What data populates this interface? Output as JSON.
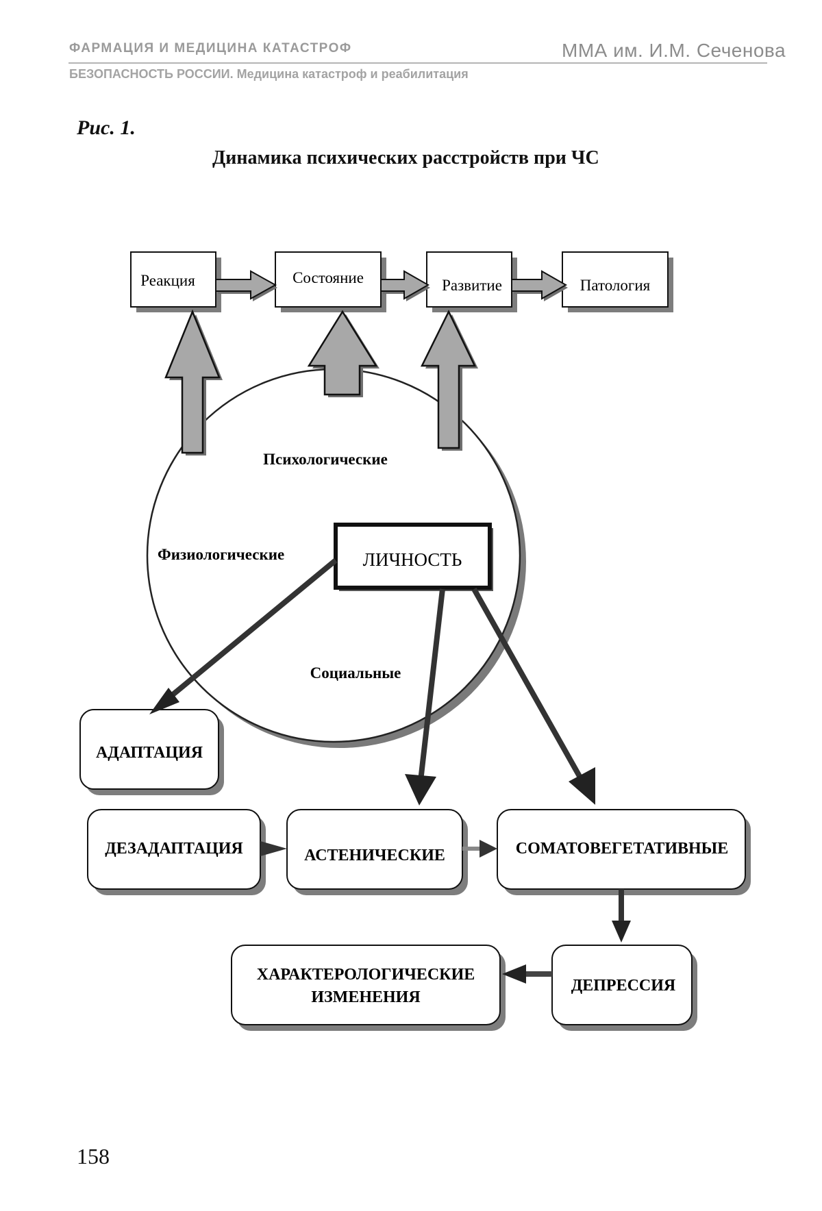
{
  "header": {
    "journal": "ФАРМАЦИЯ И МЕДИЦИНА КАТАСТРОФ",
    "publisher": "ММА им. И.М. Сеченова",
    "section": "БЕЗОПАСНОСТЬ РОССИИ. Медицина катастроф и реабилитация"
  },
  "figure": {
    "label": "Рис. 1.",
    "title": "Динамика психических расстройств при ЧС"
  },
  "diagram": {
    "stages": [
      "Реакция",
      "Состояние",
      "Развитие",
      "Патология"
    ],
    "circle_factors": {
      "top": "Психологические",
      "left": "Физиологические",
      "bottom": "Социальные"
    },
    "center": "ЛИЧНОСТЬ",
    "outcomes": {
      "adaptation": "АДАПТАЦИЯ",
      "disadaptation": "ДЕЗАДАПТАЦИЯ",
      "asthenic": "АСТЕНИЧЕСКИЕ",
      "somatovegetative": "СОМАТОВЕГЕТАТИВНЫЕ",
      "depression": "ДЕПРЕССИЯ",
      "characterological_line1": "ХАРАКТЕРОЛОГИЧЕСКИЕ",
      "characterological_line2": "ИЗМЕНЕНИЯ"
    }
  },
  "page_number": "158"
}
